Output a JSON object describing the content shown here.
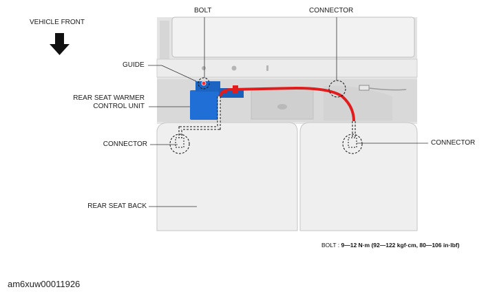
{
  "labels": {
    "vehicle_front": "VEHICLE FRONT",
    "bolt": "BOLT",
    "connector_top": "CONNECTOR",
    "guide": "GUIDE",
    "control_unit_line1": "REAR SEAT WARMER",
    "control_unit_line2": "CONTROL UNIT",
    "connector_left": "CONNECTOR",
    "connector_right": "CONNECTOR",
    "seat_back": "REAR SEAT BACK"
  },
  "spec": {
    "name": "BOLT",
    "separator": " : ",
    "value": "9—12 N·m (92—122 kgf·cm, 80—106 in·lbf)"
  },
  "image_code": "am6xuw00011926",
  "colors": {
    "harness": "#e01c1c",
    "control_unit": "#1f6fd6",
    "panel": "#e6e6e6",
    "seat": "#f0f0f0"
  }
}
